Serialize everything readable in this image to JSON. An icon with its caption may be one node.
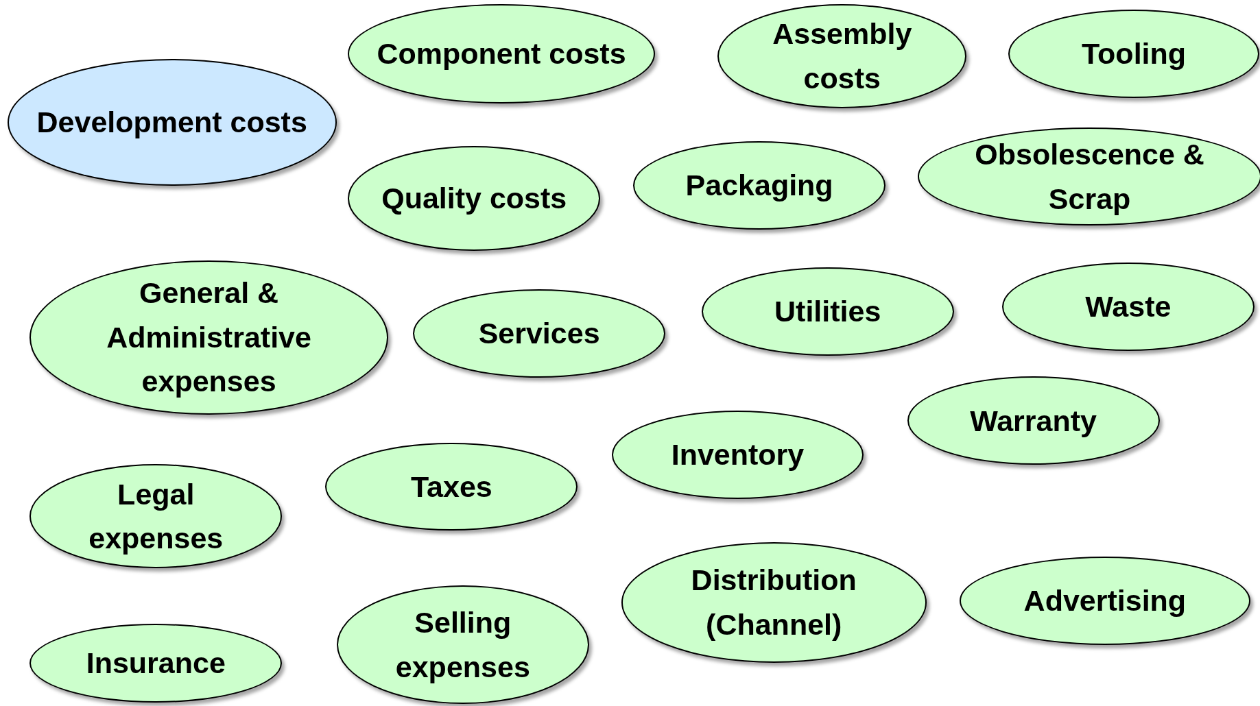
{
  "diagram": {
    "nodes": [
      {
        "text": [
          "Development costs"
        ]
      },
      {
        "text": [
          "Component costs"
        ]
      },
      {
        "text": [
          "Assembly costs"
        ]
      },
      {
        "text": [
          "Tooling"
        ]
      },
      {
        "text": [
          "Quality costs"
        ]
      },
      {
        "text": [
          "Packaging"
        ]
      },
      {
        "text": [
          "Obsolescence & Scrap"
        ]
      },
      {
        "text": [
          "General & Administrative expenses"
        ]
      },
      {
        "text": [
          "Services"
        ]
      },
      {
        "text": [
          "Utilities"
        ]
      },
      {
        "text": [
          "Waste"
        ]
      },
      {
        "text": [
          "Warranty"
        ]
      },
      {
        "text": [
          "Legal expenses"
        ]
      },
      {
        "text": [
          "Taxes"
        ]
      },
      {
        "text": [
          "Inventory"
        ]
      },
      {
        "text": [
          "Distribution (Channel)"
        ]
      },
      {
        "text": [
          "Advertising"
        ]
      },
      {
        "text": [
          "Insurance"
        ]
      },
      {
        "text": [
          "Selling expenses"
        ]
      }
    ],
    "edges": []
  }
}
